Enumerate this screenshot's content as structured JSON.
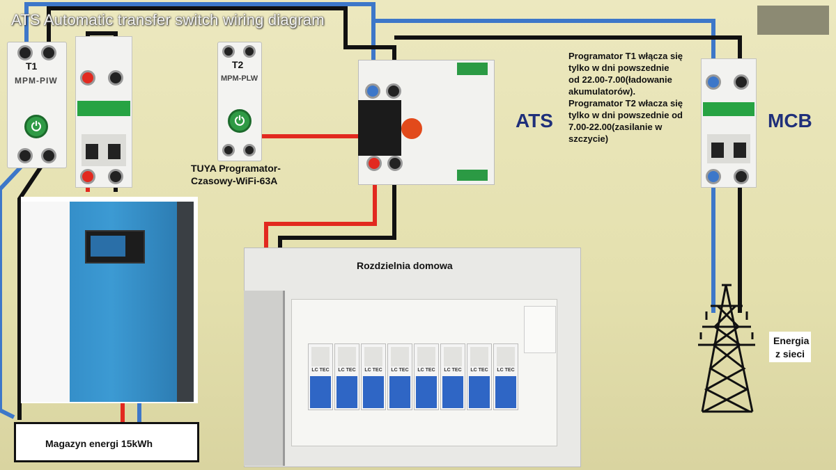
{
  "title": "ATS Automatic transfer switch wiring diagram",
  "modules": {
    "t1": {
      "label": "T1",
      "brand": "MPM-PIW"
    },
    "t2": {
      "label": "T2",
      "brand": "MPM-PLW"
    }
  },
  "tuya_label": "TUYA Programator-Czasowy-WiFi-63A",
  "ats_label": "ATS",
  "mcb_label": "MCB",
  "note_lines": [
    "Programator T1 włącza się",
    "tylko w dni  powszednie",
    "od 22.00-7.00(ładowanie",
    "akumulatorów).",
    "Programator T2 włacza się",
    "tylko w dni powszednie od",
    "7.00-22.00(zasilanie w",
    "szczycie)"
  ],
  "rozdzielnia": "Rozdzielnia domowa",
  "energia_line1": "Energia",
  "energia_line2": "z sieci",
  "magazyn": "Magazyn energi 15kWh",
  "colors": {
    "blue_wire": "#3d77c9",
    "black_wire": "#111111",
    "red_wire": "#e2291f",
    "ats_text": "#1f2f7a"
  }
}
